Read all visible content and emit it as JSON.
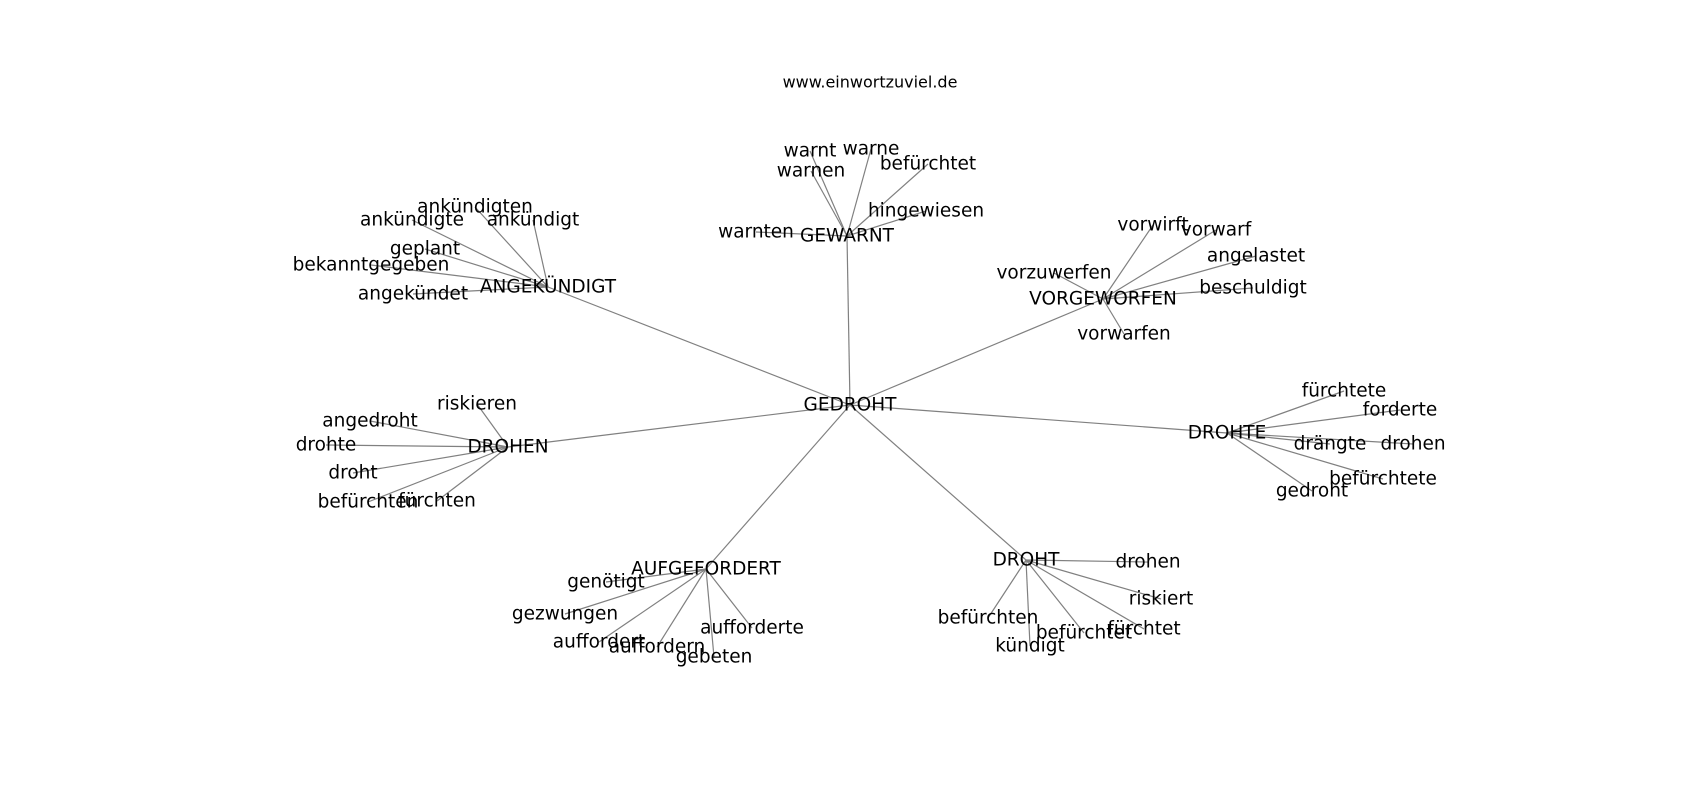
{
  "header": {
    "site": "www.einwortzuviel.de"
  },
  "graph": {
    "center": "GEDROHT",
    "clusters": [
      {
        "hub": "GEWARNT",
        "words": [
          "warnt",
          "warne",
          "befürchtet",
          "warnen",
          "hingewiesen",
          "warnten"
        ]
      },
      {
        "hub": "ANGEKÜNDIGT",
        "words": [
          "ankündigten",
          "ankündigte",
          "ankündigt",
          "geplant",
          "bekanntgegeben",
          "angekündet"
        ]
      },
      {
        "hub": "VORGEWORFEN",
        "words": [
          "vorwirft",
          "vorwarf",
          "angelastet",
          "vorzuwerfen",
          "beschuldigt",
          "vorwarfen"
        ]
      },
      {
        "hub": "DROHEN",
        "words": [
          "riskieren",
          "angedroht",
          "drohte",
          "droht",
          "befürchten",
          "fürchten"
        ]
      },
      {
        "hub": "DROHTE",
        "words": [
          "fürchtete",
          "forderte",
          "drängte",
          "drohen",
          "befürchtete",
          "gedroht"
        ]
      },
      {
        "hub": "AUFGEFORDERT",
        "words": [
          "genötigt",
          "gezwungen",
          "auffordert",
          "auffordern",
          "aufforderte",
          "gebeten"
        ]
      },
      {
        "hub": "DROHT",
        "words": [
          "drohen",
          "riskiert",
          "befürchten",
          "befürchtet",
          "fürchtet",
          "kündigt"
        ]
      }
    ]
  },
  "colors": {
    "edge": "#808080",
    "text": "#000000",
    "background": "#ffffff"
  }
}
